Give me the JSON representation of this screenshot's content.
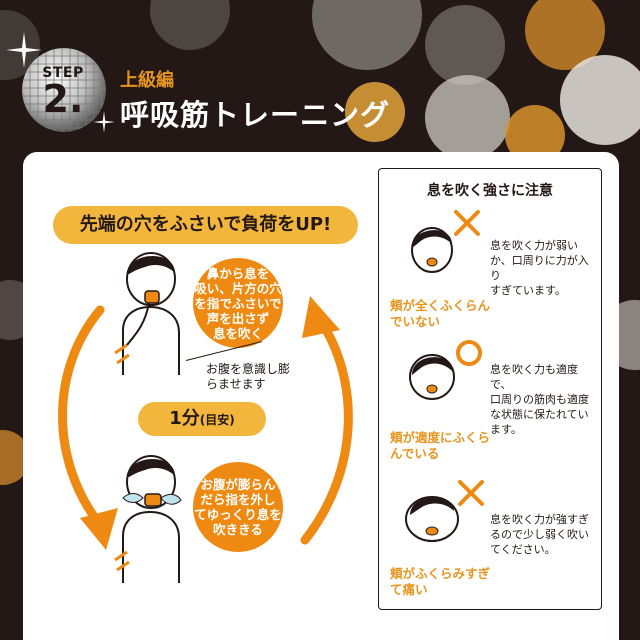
{
  "header": {
    "step_label": "STEP",
    "step_number": "2.",
    "level": "上級編",
    "title": "呼吸筋トレーニング"
  },
  "main": {
    "tagline": "先端の穴をふさいで負荷をUP!",
    "bubble_inhale": [
      "鼻から息を",
      "吸い、片方の穴",
      "を指でふさいで",
      "声を出さず",
      "息を吹く"
    ],
    "belly_note": [
      "お腹を意識し膨",
      "らませます"
    ],
    "minute_main": "1分",
    "minute_sub": "(目安)",
    "bubble_exhale": [
      "お腹が膨らん",
      "だら指を外し",
      "てゆっくり息を",
      "吹ききる"
    ]
  },
  "panel": {
    "title": "息を吹く強さに注意",
    "cases": [
      {
        "mark": "x",
        "desc": [
          "息を吹く力が弱い",
          "か、口周りに力が入り",
          "すぎています。"
        ],
        "caption": [
          "頬が全くふくらん",
          "でいない"
        ]
      },
      {
        "mark": "o",
        "desc": [
          "息を吹く力も適度で、",
          "口周りの筋肉も適度",
          "な状態に保たれてい",
          "ます。"
        ],
        "caption": [
          "頬が適度にふくら",
          "んでいる"
        ]
      },
      {
        "mark": "x",
        "desc": [
          "息を吹く力が強すぎ",
          "るので少し弱く吹い",
          "てください。"
        ],
        "caption": [
          "頬がふくらみすぎ",
          "て痛い"
        ]
      }
    ]
  },
  "colors": {
    "background": "#231815",
    "accent_orange": "#ee8a12",
    "accent_yellow": "#f2b63c",
    "caption_orange": "#e8951e",
    "card": "#ffffff"
  }
}
